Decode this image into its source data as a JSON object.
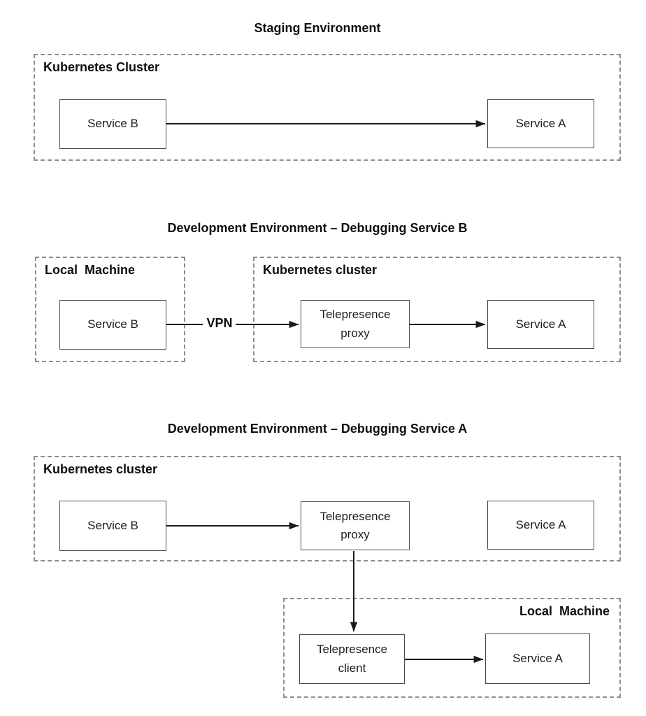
{
  "diagram": {
    "staging": {
      "title": "Staging Environment",
      "cluster_label": "Kubernetes Cluster",
      "service_b": "Service B",
      "service_a": "Service A"
    },
    "dev_debug_b": {
      "title": "Development Environment – Debugging Service B",
      "local_machine_label": "Local  Machine",
      "cluster_label": "Kubernetes cluster",
      "service_b": "Service B",
      "vpn_label": "VPN",
      "telepresence_proxy": "Telepresence proxy",
      "service_a": "Service A"
    },
    "dev_debug_a": {
      "title": "Development Environment – Debugging Service A",
      "cluster_label": "Kubernetes cluster",
      "service_b": "Service B",
      "telepresence_proxy": "Telepresence proxy",
      "service_a_in_cluster": "Service A",
      "local_machine_label": "Local  Machine",
      "telepresence_client": "Telepresence client",
      "service_a_local": "Service A"
    },
    "colors": {
      "text": "#111111",
      "arrow": "#1a1a1a",
      "solid_box_border": "#4c4c4c",
      "dashed_box_border": "#8d8d8d",
      "background": "#ffffff"
    }
  }
}
